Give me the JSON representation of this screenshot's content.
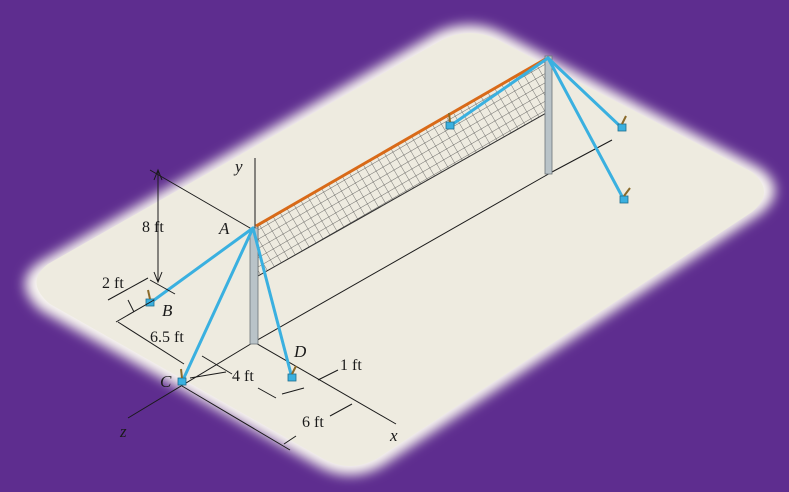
{
  "colors": {
    "background": "#5e2d8f",
    "ground": "#eeebe0",
    "ground_glow": "#f7f5ee",
    "cable": "#3ab0e0",
    "pole": "#b9c3c8",
    "top_band": "#d96a18",
    "net": "#4a4a4a"
  },
  "labels": {
    "axis_x": "x",
    "axis_y": "y",
    "axis_z": "z",
    "point_a": "A",
    "point_b": "B",
    "point_c": "C",
    "point_d": "D"
  },
  "dimensions": {
    "height": "8 ft",
    "b_offset": "2 ft",
    "b_to_c": "6.5 ft",
    "c_to_pole": "4 ft",
    "d_offset": "1 ft",
    "pole_to_d": "6 ft"
  }
}
